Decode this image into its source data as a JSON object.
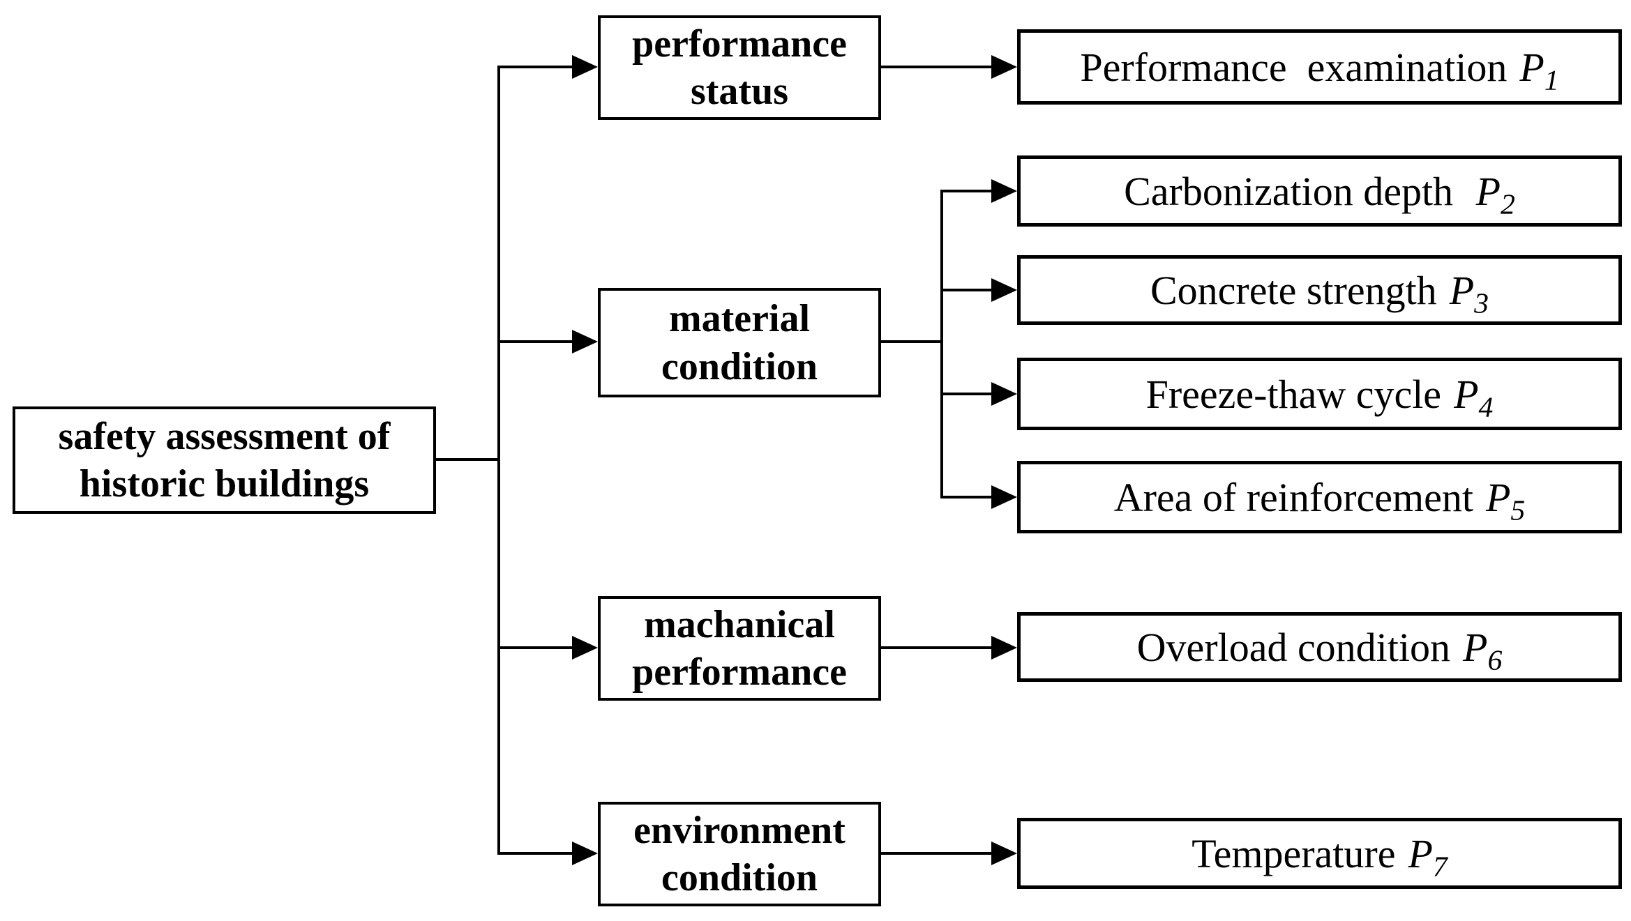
{
  "diagram": {
    "title": "safety assessment hierarchy diagram",
    "colors": {
      "line": "#000000",
      "background": "#ffffff",
      "text": "#000000"
    },
    "root": {
      "line1": "safety assessment of",
      "line2": "historic buildings"
    },
    "level2": [
      {
        "line1": "performance",
        "line2": "status"
      },
      {
        "line1": "material",
        "line2": "condition"
      },
      {
        "line1": "machanical",
        "line2": "performance"
      },
      {
        "line1": "environment",
        "line2": "condition"
      }
    ],
    "leaves": [
      {
        "label": "Performance  examination",
        "symbol": "P",
        "subscript": "1"
      },
      {
        "label": "Carbonization depth ",
        "symbol": "P",
        "subscript": "2"
      },
      {
        "label": "Concrete strength",
        "symbol": "P",
        "subscript": "3"
      },
      {
        "label": "Freeze-thaw cycle",
        "symbol": "P",
        "subscript": "4"
      },
      {
        "label": "Area of reinforcement",
        "symbol": "P",
        "subscript": "5"
      },
      {
        "label": "Overload condition",
        "symbol": "P",
        "subscript": "6"
      },
      {
        "label": "Temperature",
        "symbol": "P",
        "subscript": "7"
      }
    ]
  }
}
